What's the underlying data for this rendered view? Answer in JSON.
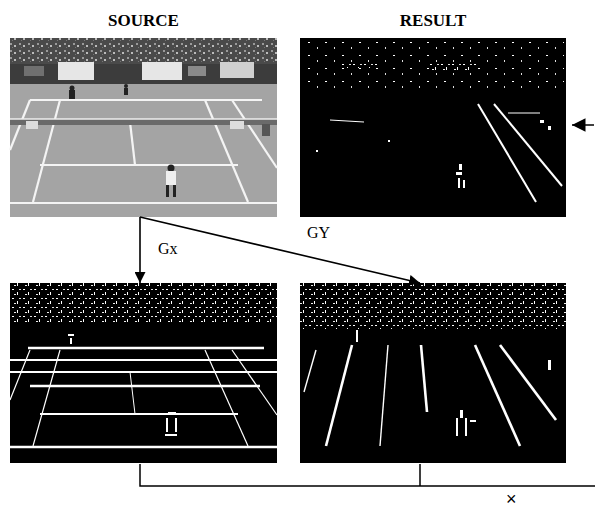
{
  "diagram": {
    "nodes": [
      {
        "text": [
          "SOURCE"
        ]
      },
      {
        "text": [
          "RESULT"
        ]
      },
      {
        "text": []
      },
      {
        "text": []
      }
    ],
    "edges": [
      {
        "from": 0,
        "to": 2,
        "arrow": "to",
        "label": "Gx"
      },
      {
        "from": 0,
        "to": 3,
        "arrow": "to",
        "label": "GY"
      }
    ],
    "labels": [
      "×"
    ]
  }
}
